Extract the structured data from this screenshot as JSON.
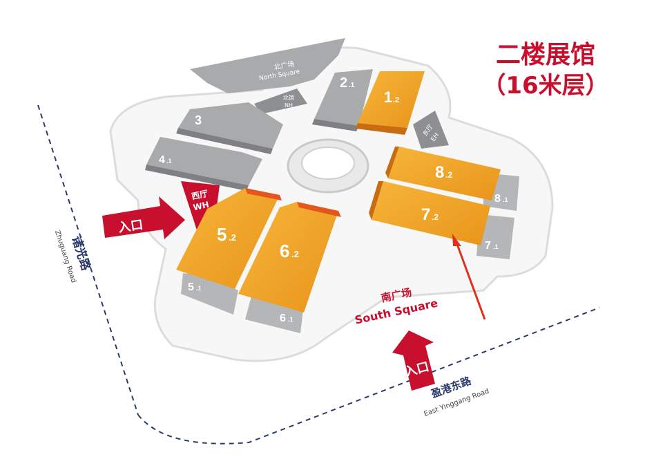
{
  "title": {
    "line1": "二楼展馆",
    "line2": "（16米层）"
  },
  "colors": {
    "accent_red": "#c8102e",
    "hall_orange": "#f0a020",
    "hall_gray": "#a9aaac",
    "road_dash": "#2b3a6b"
  },
  "halls": {
    "h1_2": {
      "num": "1",
      "sub": ".2"
    },
    "h2_1": {
      "num": "2",
      "sub": ".1"
    },
    "h3": {
      "num": "3"
    },
    "h4_1": {
      "num": "4",
      "sub": ".1"
    },
    "h5_1": {
      "num": "5",
      "sub": ".1"
    },
    "h5_2": {
      "num": "5",
      "sub": ".2"
    },
    "h6_1": {
      "num": "6",
      "sub": ".1"
    },
    "h6_2": {
      "num": "6",
      "sub": ".2"
    },
    "h7_1": {
      "num": "7",
      "sub": ".1"
    },
    "h7_2": {
      "num": "7",
      "sub": ".2"
    },
    "h8_1": {
      "num": "8",
      "sub": ".1"
    },
    "h8_2": {
      "num": "8",
      "sub": ".2"
    }
  },
  "areas": {
    "north_square_cn": "北广场",
    "north_square_en": "North Square",
    "north_hall_cn": "北馆",
    "north_hall_en": "NH",
    "east_hall_cn": "东厅",
    "east_hall_en": "EH",
    "west_hall_cn": "西厅",
    "west_hall_en": "WH",
    "south_square_cn": "南广场",
    "south_square_en": "South Square"
  },
  "entrances": {
    "west": "入口",
    "south": "入口"
  },
  "roads": {
    "zhuguang_cn": "诸光路",
    "zhuguang_en": "Zhuguang Road",
    "yinggang_cn": "盈港东路",
    "yinggang_en": "East Yinggang Road"
  }
}
